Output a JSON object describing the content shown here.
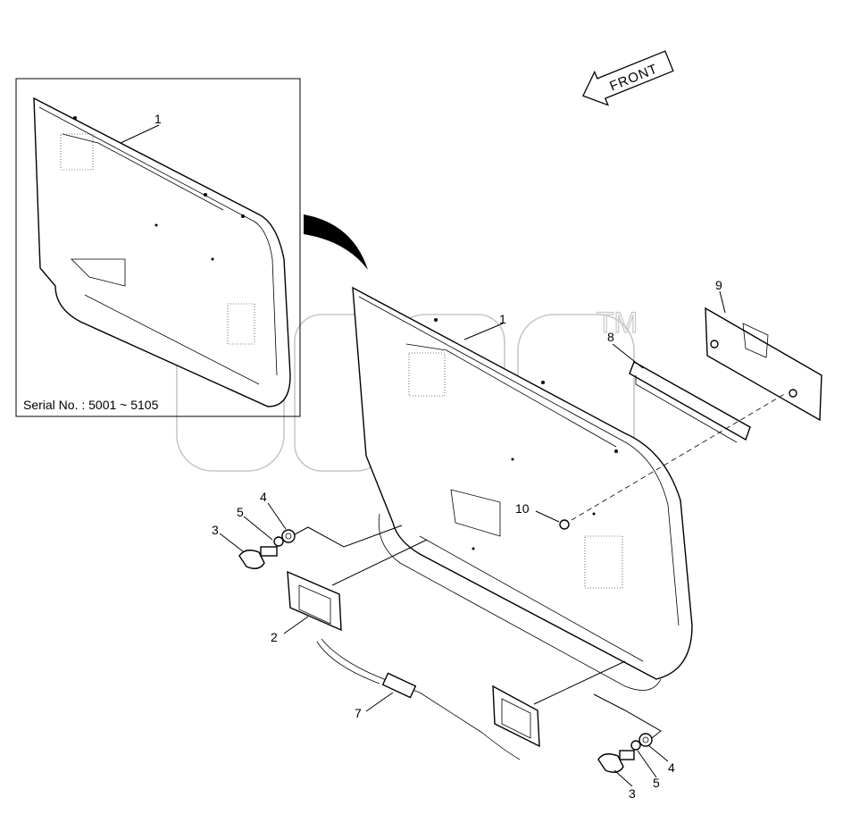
{
  "diagram": {
    "inset_serial": "Serial No. : 5001 ~ 5105",
    "direction_label": "FRONT",
    "watermark": "TM",
    "callouts": {
      "c1_inset": "1",
      "c1_main": "1",
      "c2": "2",
      "c3_left": "3",
      "c3_right": "3",
      "c4_left": "4",
      "c4_right": "4",
      "c5_left": "5",
      "c5_right": "5",
      "c7": "7",
      "c8": "8",
      "c9": "9",
      "c10": "10"
    }
  }
}
